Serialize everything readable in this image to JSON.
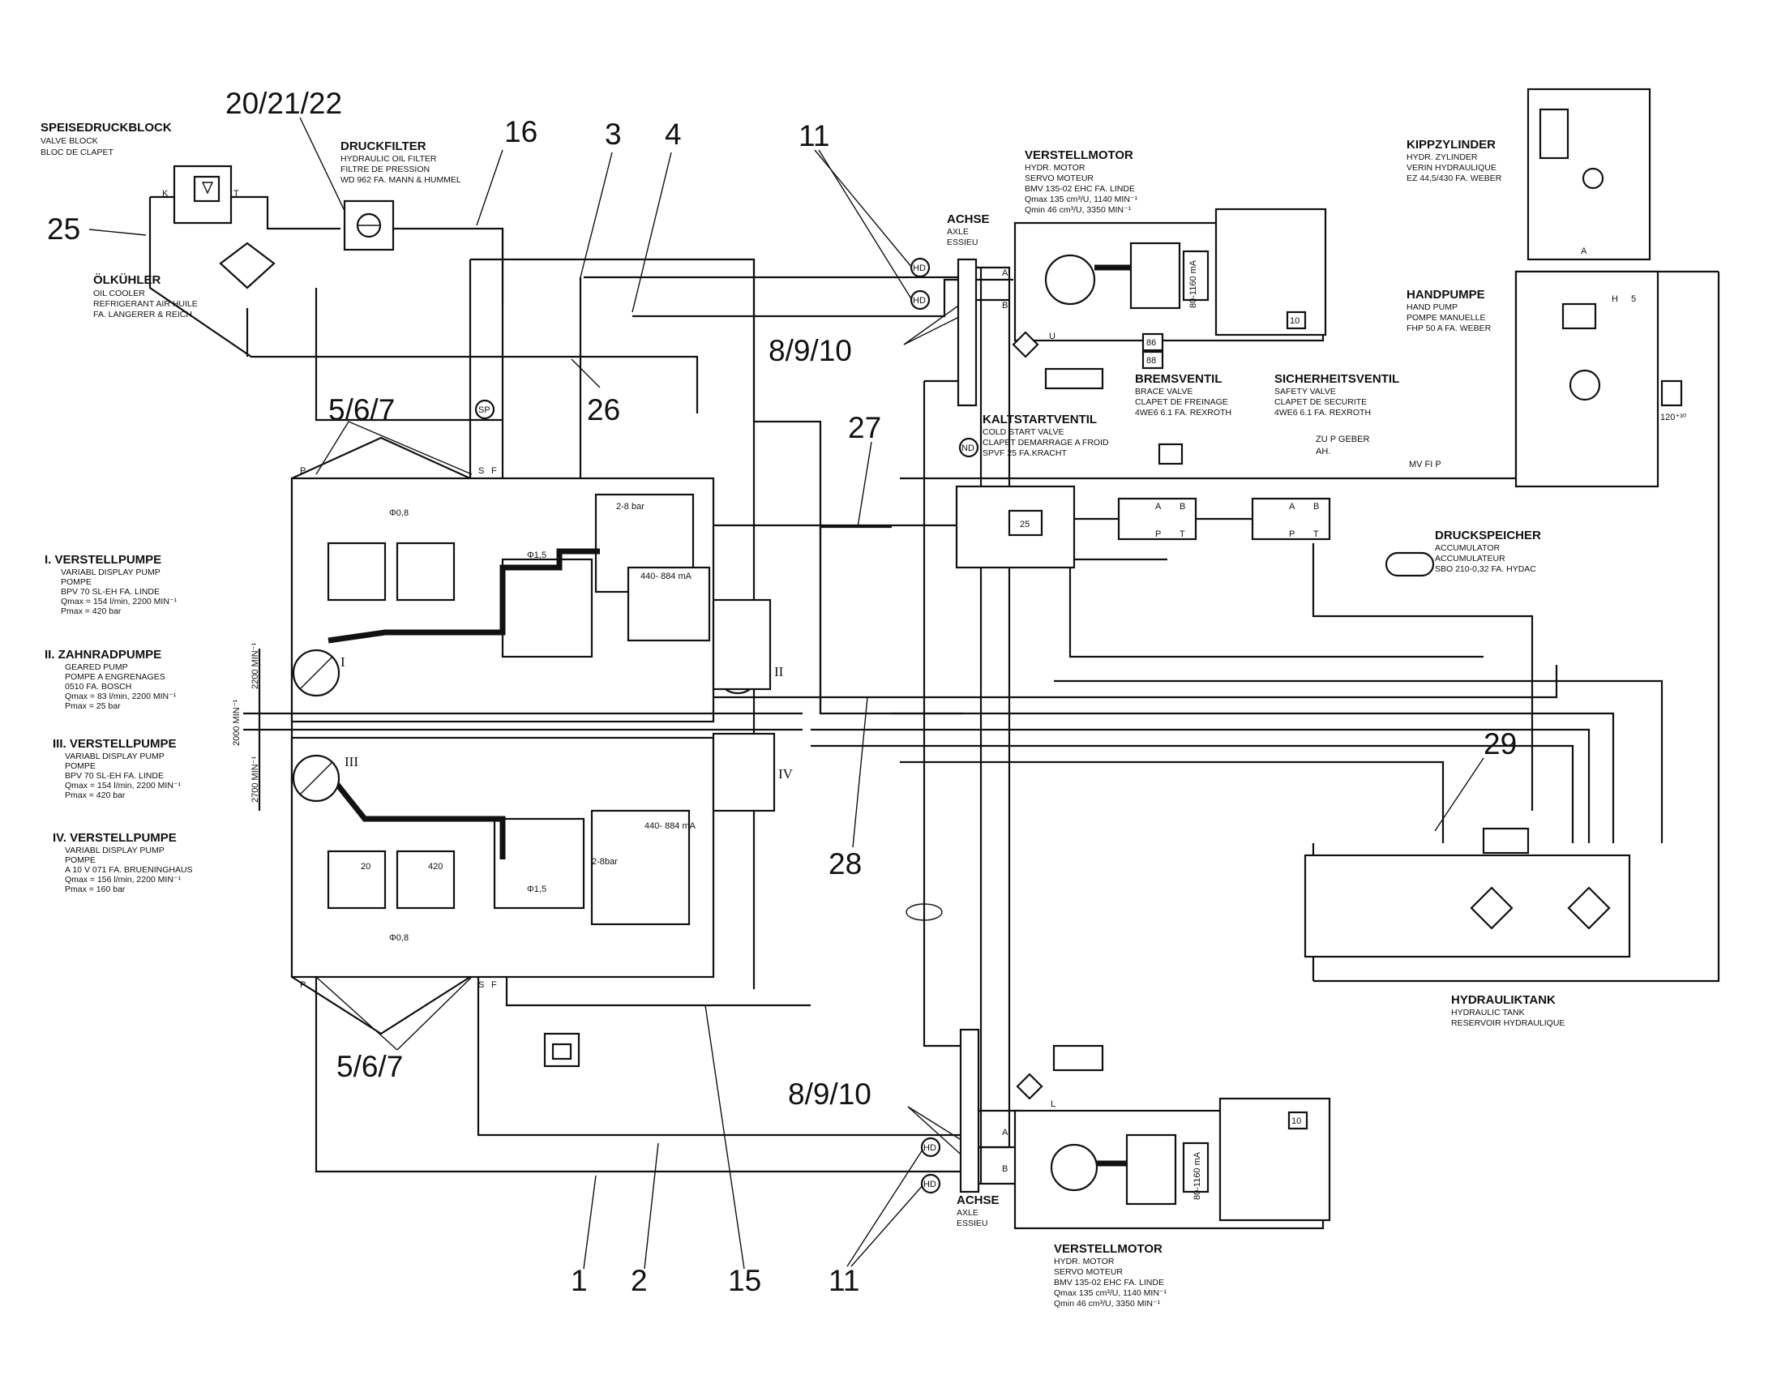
{
  "callouts": {
    "n20_21_22": "20/21/22",
    "n16": "16",
    "n3": "3",
    "n4": "4",
    "n11_top": "11",
    "n25": "25",
    "n26": "26",
    "n8910_top": "8/9/10",
    "n567_top": "5/6/7",
    "n27": "27",
    "n28": "28",
    "n29": "29",
    "n567_bottom": "5/6/7",
    "n8910_bottom": "8/9/10",
    "n1": "1",
    "n2": "2",
    "n15": "15",
    "n11_bottom": "11"
  },
  "labels": {
    "speisedruckblock": {
      "title": "SPEISEDRUCKBLOCK",
      "lines": [
        "VALVE BLOCK",
        "BLOC DE CLAPET"
      ]
    },
    "druckfilter": {
      "title": "DRUCKFILTER",
      "lines": [
        "HYDRAULIC OIL FILTER",
        "FILTRE DE PRESSION",
        "WD 962  FA. MANN & HUMMEL"
      ]
    },
    "oelkuehler": {
      "title": "ÖLKÜHLER",
      "lines": [
        "OIL COOLER",
        "REFRIGERANT AIR HUILE",
        "FA. LANGERER & REICH"
      ]
    },
    "achse_top": {
      "title": "ACHSE",
      "lines": [
        "AXLE",
        "ESSIEU"
      ]
    },
    "verstellmotor_top": {
      "title": "VERSTELLMOTOR",
      "lines": [
        "HYDR. MOTOR",
        "SERVO MOTEUR",
        "BMV 135-02 EHC  FA. LINDE",
        "Qmax 135 cm³/U, 1140 MIN⁻¹",
        "Qmin 46 cm³/U, 3350 MIN⁻¹"
      ]
    },
    "kippzylinder": {
      "title": "KIPPZYLINDER",
      "lines": [
        "HYDR. ZYLINDER",
        "VERIN HYDRAULIQUE",
        "EZ 44,5/430  FA. WEBER"
      ]
    },
    "handpumpe": {
      "title": "HANDPUMPE",
      "lines": [
        "HAND PUMP",
        "POMPE MANUELLE",
        "FHP 50 A  FA. WEBER"
      ]
    },
    "bremsventil": {
      "title": "BREMSVENTIL",
      "lines": [
        "BRACE VALVE",
        "CLAPET DE FREINAGE",
        "4WE6 6.1  FA. REXROTH"
      ]
    },
    "sicherheitsventil": {
      "title": "SICHERHEITSVENTIL",
      "lines": [
        "SAFETY VALVE",
        "CLAPET DE SECURITE",
        "4WE6 6.1  FA. REXROTH"
      ]
    },
    "kaltstartventil": {
      "title": "KALTSTARTVENTIL",
      "lines": [
        "COLD START VALVE",
        "CLAPET DEMARRAGE A FROID",
        "SPVF 25  FA.KRACHT"
      ]
    },
    "druckspeicher": {
      "title": "DRUCKSPEICHER",
      "lines": [
        "ACCUMULATOR",
        "ACCUMULATEUR",
        "SBO 210-0,32  FA. HYDAC"
      ]
    },
    "pump1": {
      "title": "I.  VERSTELLPUMPE",
      "lines": [
        "VARIABL DISPLAY PUMP",
        "POMPE",
        "BPV 70 SL-EH  FA. LINDE",
        "Qmax = 154 l/min, 2200 MIN⁻¹",
        "Pmax = 420 bar"
      ]
    },
    "pump2": {
      "title": "II.  ZAHNRADPUMPE",
      "lines": [
        "GEARED PUMP",
        "POMPE A ENGRENAGES",
        "0510  FA. BOSCH",
        "Qmax = 83 l/min, 2200 MIN⁻¹",
        "Pmax = 25 bar"
      ]
    },
    "pump3": {
      "title": "III. VERSTELLPUMPE",
      "lines": [
        "VARIABL DISPLAY PUMP",
        "POMPE",
        "BPV 70 SL-EH  FA. LINDE",
        "Qmax = 154 l/min, 2200 MIN⁻¹",
        "Pmax = 420 bar"
      ]
    },
    "pump4": {
      "title": "IV. VERSTELLPUMPE",
      "lines": [
        "VARIABL DISPLAY PUMP",
        "POMPE",
        "A 10 V 071  FA. BRUENINGHAUS",
        "Qmax = 156 l/min, 2200 MIN⁻¹",
        "Pmax = 160 bar"
      ]
    },
    "hydrauliktank": {
      "title": "HYDRAULIKTANK",
      "lines": [
        "HYDRAULIC TANK",
        "RESERVOIR HYDRAULIQUE"
      ]
    },
    "achse_bottom": {
      "title": "ACHSE",
      "lines": [
        "AXLE",
        "ESSIEU"
      ]
    },
    "verstellmotor_bottom": {
      "title": "VERSTELLMOTOR",
      "lines": [
        "HYDR. MOTOR",
        "SERVO MOTEUR",
        "BMV 135-02 EHC  FA. LINDE",
        "Qmax 135 cm³/U, 1140 MIN⁻¹",
        "Qmin 46 cm³/U, 3350 MIN⁻¹"
      ]
    },
    "zu_p_geber": "ZU P GEBER",
    "ah": "AH.",
    "mv_fi_p": "MV FI P"
  },
  "tags": {
    "hd": "HD",
    "sp": "SP",
    "nd": "ND",
    "t86": "86",
    "t88": "88",
    "t10": "10",
    "t25": "25",
    "t1_5": "1,5",
    "t120_30": "120⁺³⁰",
    "bar_2_8": "2-8 bar",
    "bar_2_8b": "2-8bar",
    "ma_440_884": "440-\n884 mA",
    "ma_mot": "80-1160 mA",
    "phi08": "Φ0,8",
    "phi15": "Φ1,5",
    "phi15b": "Φ1,5",
    "rpm2200": "2200 MIN⁻¹",
    "rpm2700": "2700 MIN⁻¹",
    "rpm2000": "2000 MIN⁻¹",
    "t20": "20",
    "t420": "420"
  },
  "romans": {
    "r1": "I",
    "r2": "II",
    "r3": "III",
    "r4": "IV"
  },
  "ports": {
    "P": "P",
    "S": "S",
    "F": "F",
    "A": "A",
    "B": "B",
    "T": "T",
    "K": "K",
    "U": "U",
    "L": "L",
    "H": "H",
    "five": "5"
  }
}
